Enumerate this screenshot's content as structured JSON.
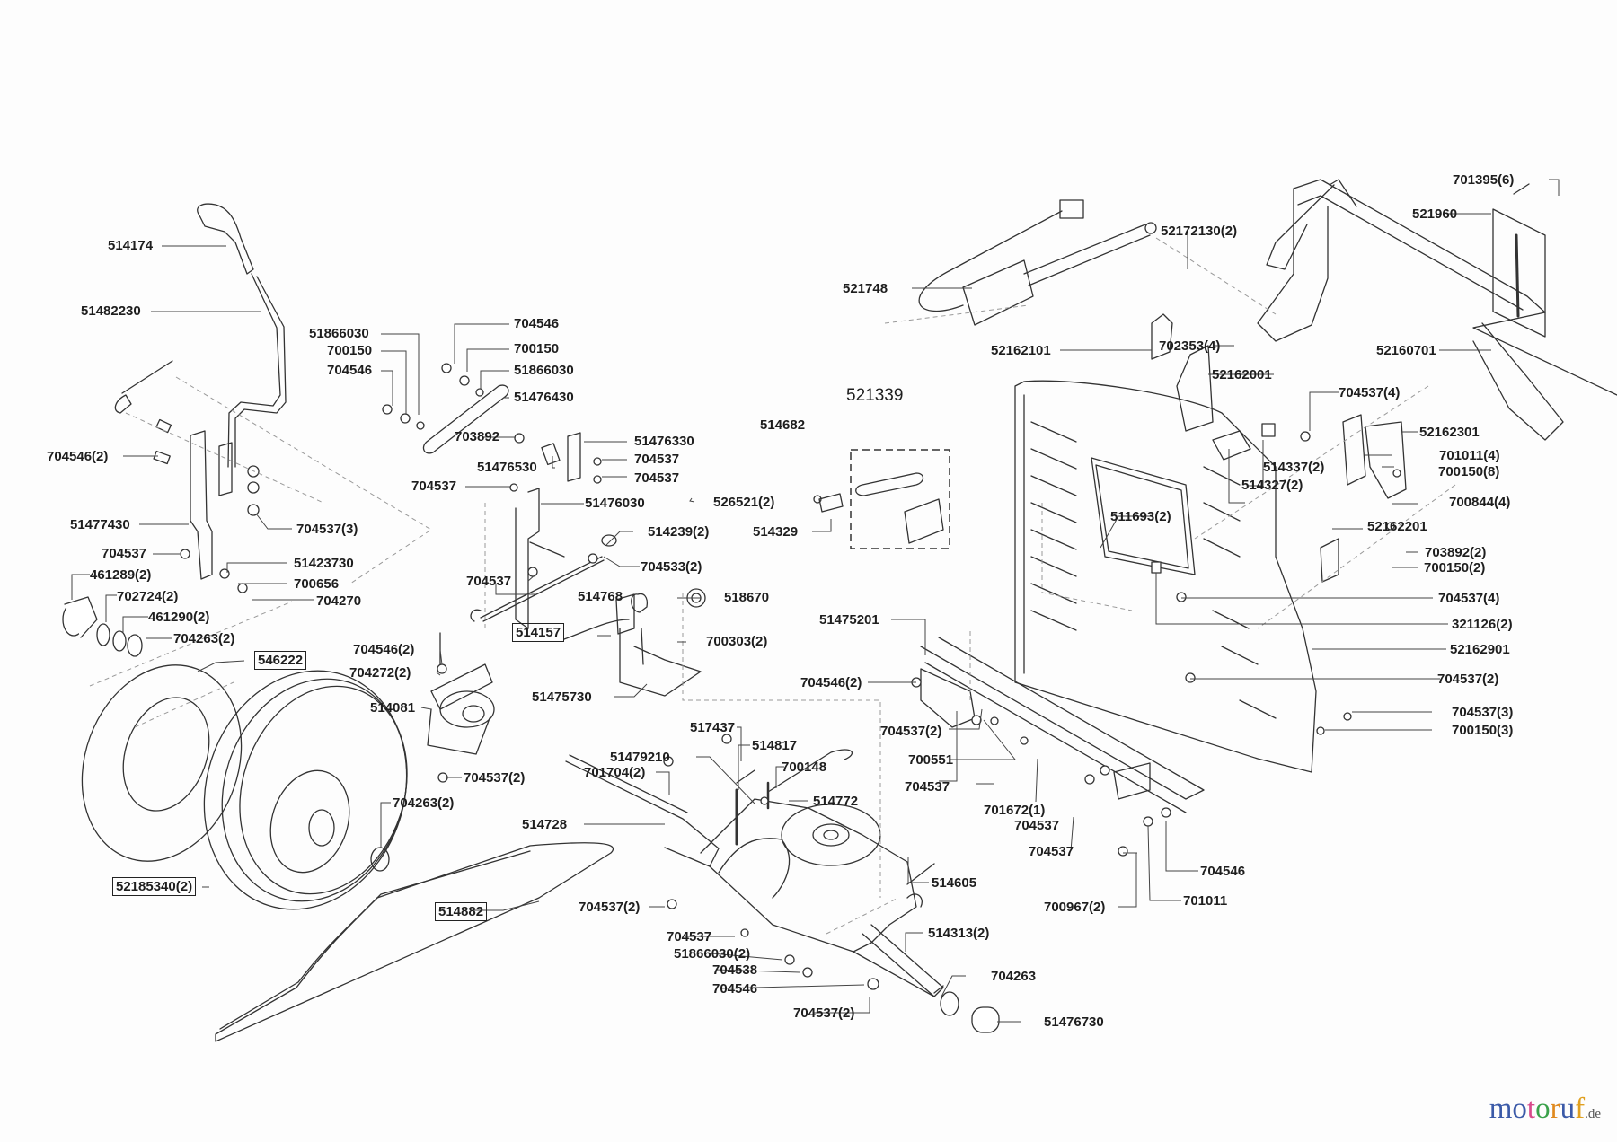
{
  "diagram": {
    "type": "exploded-parts-diagram",
    "subject": "Lawn tractor / mower drive assembly: shift lever, wheels, transmission, belt, seat frame and rear panel",
    "group_label": "521339",
    "labels": [
      {
        "id": "l1",
        "text": "514174",
        "boxed": false
      },
      {
        "id": "l2",
        "text": "51482230",
        "boxed": false
      },
      {
        "id": "l3",
        "text": "51866030",
        "boxed": false
      },
      {
        "id": "l4",
        "text": "700150",
        "boxed": false
      },
      {
        "id": "l5",
        "text": "704546",
        "boxed": false
      },
      {
        "id": "l6",
        "text": "704546",
        "boxed": false
      },
      {
        "id": "l7",
        "text": "700150",
        "boxed": false
      },
      {
        "id": "l8",
        "text": "51866030",
        "boxed": false
      },
      {
        "id": "l9",
        "text": "51476430",
        "boxed": false
      },
      {
        "id": "l10",
        "text": "703892",
        "boxed": false
      },
      {
        "id": "l11",
        "text": "51476330",
        "boxed": false
      },
      {
        "id": "l12",
        "text": "51476530",
        "boxed": false
      },
      {
        "id": "l13",
        "text": "704537",
        "boxed": false
      },
      {
        "id": "l14",
        "text": "704537",
        "boxed": false
      },
      {
        "id": "l15",
        "text": "704537",
        "boxed": false
      },
      {
        "id": "l16",
        "text": "51476030",
        "boxed": false
      },
      {
        "id": "l17",
        "text": "704546(2)",
        "boxed": false
      },
      {
        "id": "l18",
        "text": "51477430",
        "boxed": false
      },
      {
        "id": "l19",
        "text": "704537(3)",
        "boxed": false
      },
      {
        "id": "l20",
        "text": "704537",
        "boxed": false
      },
      {
        "id": "l21",
        "text": "51423730",
        "boxed": false
      },
      {
        "id": "l22",
        "text": "700656",
        "boxed": false
      },
      {
        "id": "l23",
        "text": "704270",
        "boxed": false
      },
      {
        "id": "l24",
        "text": "461289(2)",
        "boxed": false
      },
      {
        "id": "l25",
        "text": "702724(2)",
        "boxed": false
      },
      {
        "id": "l26",
        "text": "461290(2)",
        "boxed": false
      },
      {
        "id": "l27",
        "text": "704263(2)",
        "boxed": false
      },
      {
        "id": "l28",
        "text": "546222",
        "boxed": true
      },
      {
        "id": "l29",
        "text": "514239(2)",
        "boxed": false
      },
      {
        "id": "l30",
        "text": "704533(2)",
        "boxed": false
      },
      {
        "id": "l31",
        "text": "704537",
        "boxed": false
      },
      {
        "id": "l32",
        "text": "514768",
        "boxed": false
      },
      {
        "id": "l33",
        "text": "518670",
        "boxed": false
      },
      {
        "id": "l34",
        "text": "514157",
        "boxed": true
      },
      {
        "id": "l35",
        "text": "700303(2)",
        "boxed": false
      },
      {
        "id": "l36",
        "text": "704546(2)",
        "boxed": false
      },
      {
        "id": "l37",
        "text": "704272(2)",
        "boxed": false
      },
      {
        "id": "l38",
        "text": "51475730",
        "boxed": false
      },
      {
        "id": "l39",
        "text": "514081",
        "boxed": false
      },
      {
        "id": "l40",
        "text": "704537(2)",
        "boxed": false
      },
      {
        "id": "l41",
        "text": "704263(2)",
        "boxed": false
      },
      {
        "id": "l42",
        "text": "52185340(2)",
        "boxed": true
      },
      {
        "id": "l43",
        "text": "514882",
        "boxed": true
      },
      {
        "id": "l44",
        "text": "517437",
        "boxed": false
      },
      {
        "id": "l45",
        "text": "514817",
        "boxed": false
      },
      {
        "id": "l46",
        "text": "51479210",
        "boxed": false
      },
      {
        "id": "l47",
        "text": "700148",
        "boxed": false
      },
      {
        "id": "l48",
        "text": "701704(2)",
        "boxed": false
      },
      {
        "id": "l49",
        "text": "514772",
        "boxed": false
      },
      {
        "id": "l50",
        "text": "514728",
        "boxed": false
      },
      {
        "id": "l51",
        "text": "514605",
        "boxed": false
      },
      {
        "id": "l52",
        "text": "704537(2)",
        "boxed": false
      },
      {
        "id": "l53",
        "text": "704537",
        "boxed": false
      },
      {
        "id": "l54",
        "text": "514313(2)",
        "boxed": false
      },
      {
        "id": "l55",
        "text": "51866030(2)",
        "boxed": false
      },
      {
        "id": "l56",
        "text": "704538",
        "boxed": false
      },
      {
        "id": "l57",
        "text": "704263",
        "boxed": false
      },
      {
        "id": "l58",
        "text": "704546",
        "boxed": false
      },
      {
        "id": "l59",
        "text": "704537(2)",
        "boxed": false
      },
      {
        "id": "l60",
        "text": "51476730",
        "boxed": false
      },
      {
        "id": "l61",
        "text": "701395(6)",
        "boxed": false
      },
      {
        "id": "l62",
        "text": "521960",
        "boxed": false
      },
      {
        "id": "l63",
        "text": "52172130(2)",
        "boxed": false
      },
      {
        "id": "l64",
        "text": "521748",
        "boxed": false
      },
      {
        "id": "l65",
        "text": "702353(4)",
        "boxed": false
      },
      {
        "id": "l66",
        "text": "52162101",
        "boxed": false
      },
      {
        "id": "l67",
        "text": "52160701",
        "boxed": false
      },
      {
        "id": "l68",
        "text": "52162001",
        "boxed": false
      },
      {
        "id": "l69",
        "text": "514682",
        "boxed": false
      },
      {
        "id": "l70",
        "text": "704537(4)",
        "boxed": false
      },
      {
        "id": "l71",
        "text": "52162301",
        "boxed": false
      },
      {
        "id": "l72",
        "text": "514337(2)",
        "boxed": false
      },
      {
        "id": "l73",
        "text": "701011(4)",
        "boxed": false
      },
      {
        "id": "l74",
        "text": "514327(2)",
        "boxed": false
      },
      {
        "id": "l75",
        "text": "700150(8)",
        "boxed": false
      },
      {
        "id": "l76",
        "text": "526521(2)",
        "boxed": false
      },
      {
        "id": "l77",
        "text": "700844(4)",
        "boxed": false
      },
      {
        "id": "l78",
        "text": "511693(2)",
        "boxed": false
      },
      {
        "id": "l79",
        "text": "514329",
        "boxed": false
      },
      {
        "id": "l80",
        "text": "52162201",
        "boxed": false
      },
      {
        "id": "l81",
        "text": "703892(2)",
        "boxed": false
      },
      {
        "id": "l82",
        "text": "700150(2)",
        "boxed": false
      },
      {
        "id": "l83",
        "text": "704537(4)",
        "boxed": false
      },
      {
        "id": "l84",
        "text": "51475201",
        "boxed": false
      },
      {
        "id": "l85",
        "text": "321126(2)",
        "boxed": false
      },
      {
        "id": "l86",
        "text": "52162901",
        "boxed": false
      },
      {
        "id": "l87",
        "text": "704546(2)",
        "boxed": false
      },
      {
        "id": "l88",
        "text": "704537(2)",
        "boxed": false
      },
      {
        "id": "l89",
        "text": "704537(3)",
        "boxed": false
      },
      {
        "id": "l90",
        "text": "704537(2)",
        "boxed": false
      },
      {
        "id": "l91",
        "text": "700150(3)",
        "boxed": false
      },
      {
        "id": "l92",
        "text": "700551",
        "boxed": false
      },
      {
        "id": "l93",
        "text": "704537",
        "boxed": false
      },
      {
        "id": "l94",
        "text": "701672(1)",
        "boxed": false
      },
      {
        "id": "l95",
        "text": "704537",
        "boxed": false
      },
      {
        "id": "l96",
        "text": "704537",
        "boxed": false
      },
      {
        "id": "l97",
        "text": "704546",
        "boxed": false
      },
      {
        "id": "l98",
        "text": "701011",
        "boxed": false
      },
      {
        "id": "l99",
        "text": "700967(2)",
        "boxed": false
      }
    ]
  },
  "branding": {
    "logo_letters": [
      "m",
      "o",
      "t",
      "o",
      "r",
      "u",
      "f"
    ],
    "logo_colors": [
      "#3b5aa8",
      "#3b5aa8",
      "#d84a8c",
      "#3aa14a",
      "#e08a20",
      "#3b5aa8",
      "#e0a020"
    ],
    "logo_tld": ".de"
  }
}
